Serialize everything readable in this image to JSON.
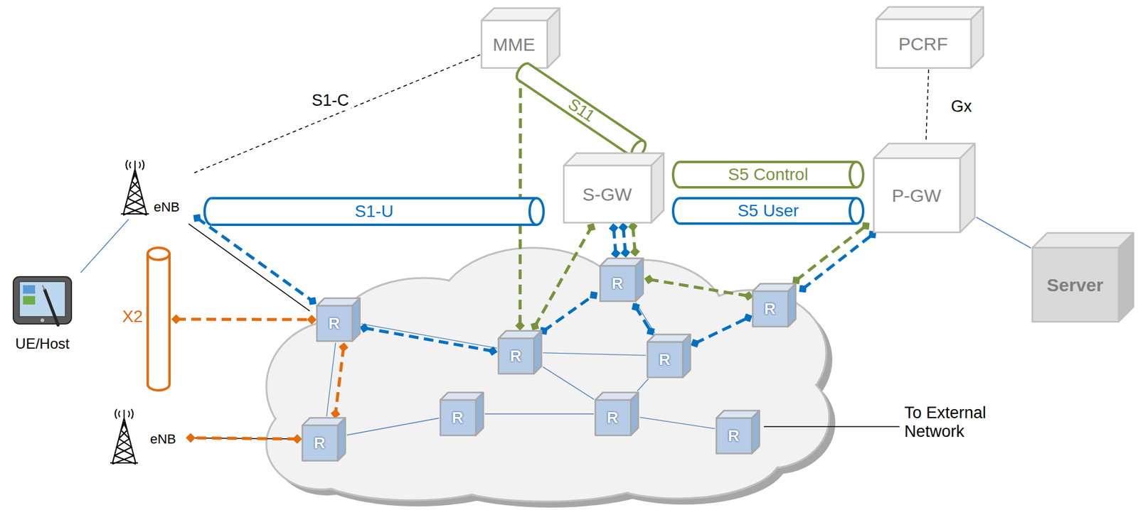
{
  "diagram": {
    "nodes": [
      {
        "text": [
          "MME"
        ]
      },
      {
        "text": [
          "PCRF"
        ]
      },
      {
        "text": [
          "S11"
        ]
      },
      {
        "text": [
          "eNB"
        ]
      },
      {
        "text": [
          "S1-U"
        ]
      },
      {
        "text": [
          "S-GW"
        ]
      },
      {
        "text": [
          "S5  Control"
        ]
      },
      {
        "text": [
          "S5  User"
        ]
      },
      {
        "text": [
          "P-GW"
        ]
      },
      {
        "text": [
          "UE/Host"
        ]
      },
      {
        "text": [
          "X2"
        ]
      },
      {
        "text": [
          "Server"
        ]
      },
      {
        "text": [
          "R"
        ]
      },
      {
        "text": [
          "R"
        ]
      },
      {
        "text": [
          "R"
        ]
      },
      {
        "text": [
          "R"
        ]
      },
      {
        "text": [
          "R"
        ]
      },
      {
        "text": [
          "R"
        ]
      },
      {
        "text": [
          "R"
        ]
      },
      {
        "text": [
          "R"
        ]
      },
      {
        "text": [
          "R"
        ]
      },
      {
        "text": [
          "eNB"
        ]
      }
    ],
    "edges": [
      {
        "from": 3,
        "to": 0,
        "arrow": "none",
        "label": "S1-C"
      },
      {
        "from": 1,
        "to": 8,
        "arrow": "none",
        "label": "Gx"
      },
      {
        "from": 9,
        "to": 3,
        "arrow": "none"
      },
      {
        "from": 8,
        "to": 11,
        "arrow": "none"
      },
      {
        "from": 3,
        "to": 12,
        "arrow": "none"
      },
      {
        "from": 21,
        "to": 19,
        "arrow": "none"
      },
      {
        "from": 12,
        "to": 19,
        "arrow": "none"
      },
      {
        "from": 12,
        "to": 15,
        "arrow": "none"
      },
      {
        "from": 19,
        "to": 17,
        "arrow": "none"
      },
      {
        "from": 17,
        "to": 18,
        "arrow": "none"
      },
      {
        "from": 15,
        "to": 18,
        "arrow": "none"
      },
      {
        "from": 15,
        "to": 16,
        "arrow": "none"
      },
      {
        "from": 18,
        "to": 16,
        "arrow": "none"
      },
      {
        "from": 18,
        "to": 20,
        "arrow": "none"
      },
      {
        "from": 13,
        "to": 16,
        "arrow": "none"
      },
      {
        "from": 3,
        "to": 12,
        "arrow": "none"
      },
      {
        "from": 12,
        "to": 15,
        "arrow": "none"
      },
      {
        "from": 15,
        "to": 13,
        "arrow": "none"
      },
      {
        "from": 13,
        "to": 5,
        "arrow": "none"
      },
      {
        "from": 13,
        "to": 5,
        "arrow": "none"
      },
      {
        "from": 13,
        "to": 16,
        "arrow": "none"
      },
      {
        "from": 16,
        "to": 14,
        "arrow": "none"
      },
      {
        "from": 14,
        "to": 8,
        "arrow": "none"
      },
      {
        "from": 0,
        "to": 15,
        "arrow": "none"
      },
      {
        "from": 15,
        "to": 5,
        "arrow": "none"
      },
      {
        "from": 13,
        "to": 5,
        "arrow": "none"
      },
      {
        "from": 13,
        "to": 14,
        "arrow": "none"
      },
      {
        "from": 14,
        "to": 8,
        "arrow": "none"
      },
      {
        "from": 10,
        "to": 12,
        "arrow": "none"
      },
      {
        "from": 12,
        "to": 19,
        "arrow": "none"
      },
      {
        "from": 19,
        "to": 21,
        "arrow": "none"
      }
    ],
    "labels": [
      "To External Network"
    ]
  }
}
